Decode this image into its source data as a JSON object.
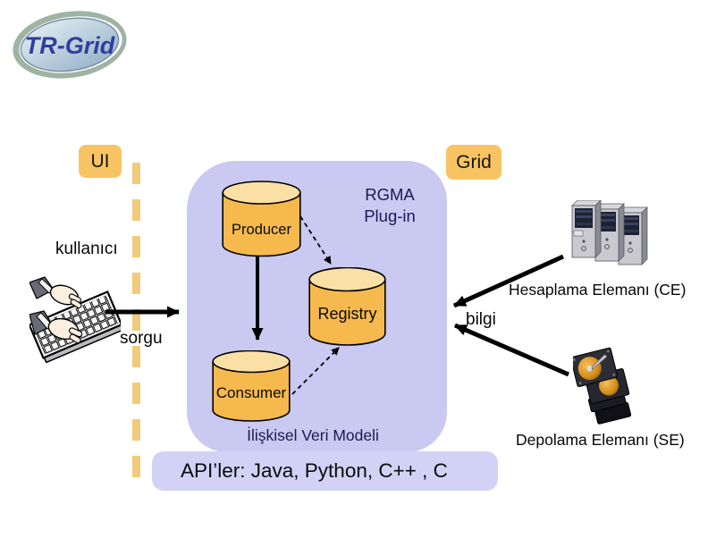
{
  "logo": {
    "text": "TR-Grid"
  },
  "zones": {
    "ui_label": "UI",
    "grid_label": "Grid"
  },
  "captions": {
    "user": "kullanıcı",
    "query": "sorgu",
    "info": "bilgi",
    "compute_element": "Hesaplama Elemanı (CE)",
    "storage_element": "Depolama Elemanı (SE)",
    "data_model": "İlişkisel Veri Modeli"
  },
  "rgma": {
    "line1": "RGMA",
    "line2": "Plug-in"
  },
  "cylinders": {
    "producer": "Producer",
    "registry": "Registry",
    "consumer": "Consumer"
  },
  "api_bar": {
    "text": "API’ler: Java, Python, C++ , C"
  },
  "icons": {
    "keyboard": "keyboard-with-hands-icon",
    "compute": "computer-towers-icon",
    "storage": "hard-drive-stack-icon",
    "logo": "tr-grid-oval-logo"
  },
  "colors": {
    "accent_orange": "#F8C463",
    "dashed_orange": "#F1CB79",
    "panel_lavender": "#C9C9F1",
    "api_bar_lavender": "#D2D2F6",
    "cylinder_body": "#F5B94E",
    "cylinder_top": "#FBE0A6",
    "navy_text": "#1A1A55",
    "arrow_black": "#000000"
  }
}
